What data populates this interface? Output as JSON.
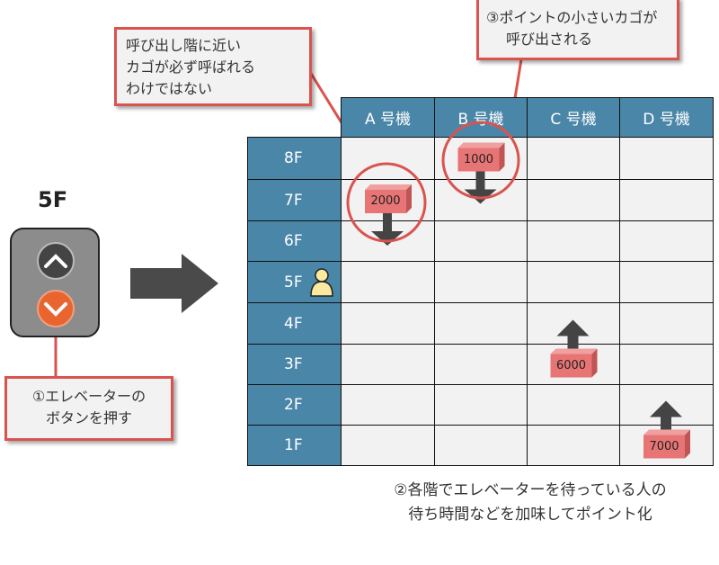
{
  "left_panel": {
    "floor_label": "5F",
    "buttons": [
      {
        "icon": "chevron-up-icon",
        "state": "off"
      },
      {
        "icon": "chevron-down-icon",
        "state": "pressed"
      }
    ],
    "callout": [
      "①エレベーターの",
      "ボタンを押す"
    ]
  },
  "table": {
    "columns": [
      "A 号機",
      "B 号機",
      "C 号機",
      "D 号機"
    ],
    "floors": [
      "8F",
      "7F",
      "6F",
      "5F",
      "4F",
      "3F",
      "2F",
      "1F"
    ],
    "waiting_floor": "5F",
    "cars": [
      {
        "column": "A 号機",
        "floor": "7F",
        "points": "2000",
        "direction": "down"
      },
      {
        "column": "B 号機",
        "floor": "8F",
        "points": "1000",
        "direction": "down"
      },
      {
        "column": "C 号機",
        "floor": "3F",
        "points": "6000",
        "direction": "up"
      },
      {
        "column": "D 号機",
        "floor": "1F",
        "points": "7000",
        "direction": "up"
      }
    ]
  },
  "callouts": {
    "top_left": [
      "呼び出し階に近い",
      "カゴが必ず呼ばれる",
      "わけではない"
    ],
    "top_right": [
      "③ポイントの小さいカゴが",
      "呼び出される"
    ],
    "bottom": [
      "②各階でエレベーターを待っている人の",
      "待ち時間などを加味してポイント化"
    ]
  },
  "colors": {
    "header": "#4a86a8",
    "cell": "#f2f2f2",
    "accent": "#d9534f",
    "pressed": "#e8652f",
    "cargo": "#e87575"
  }
}
